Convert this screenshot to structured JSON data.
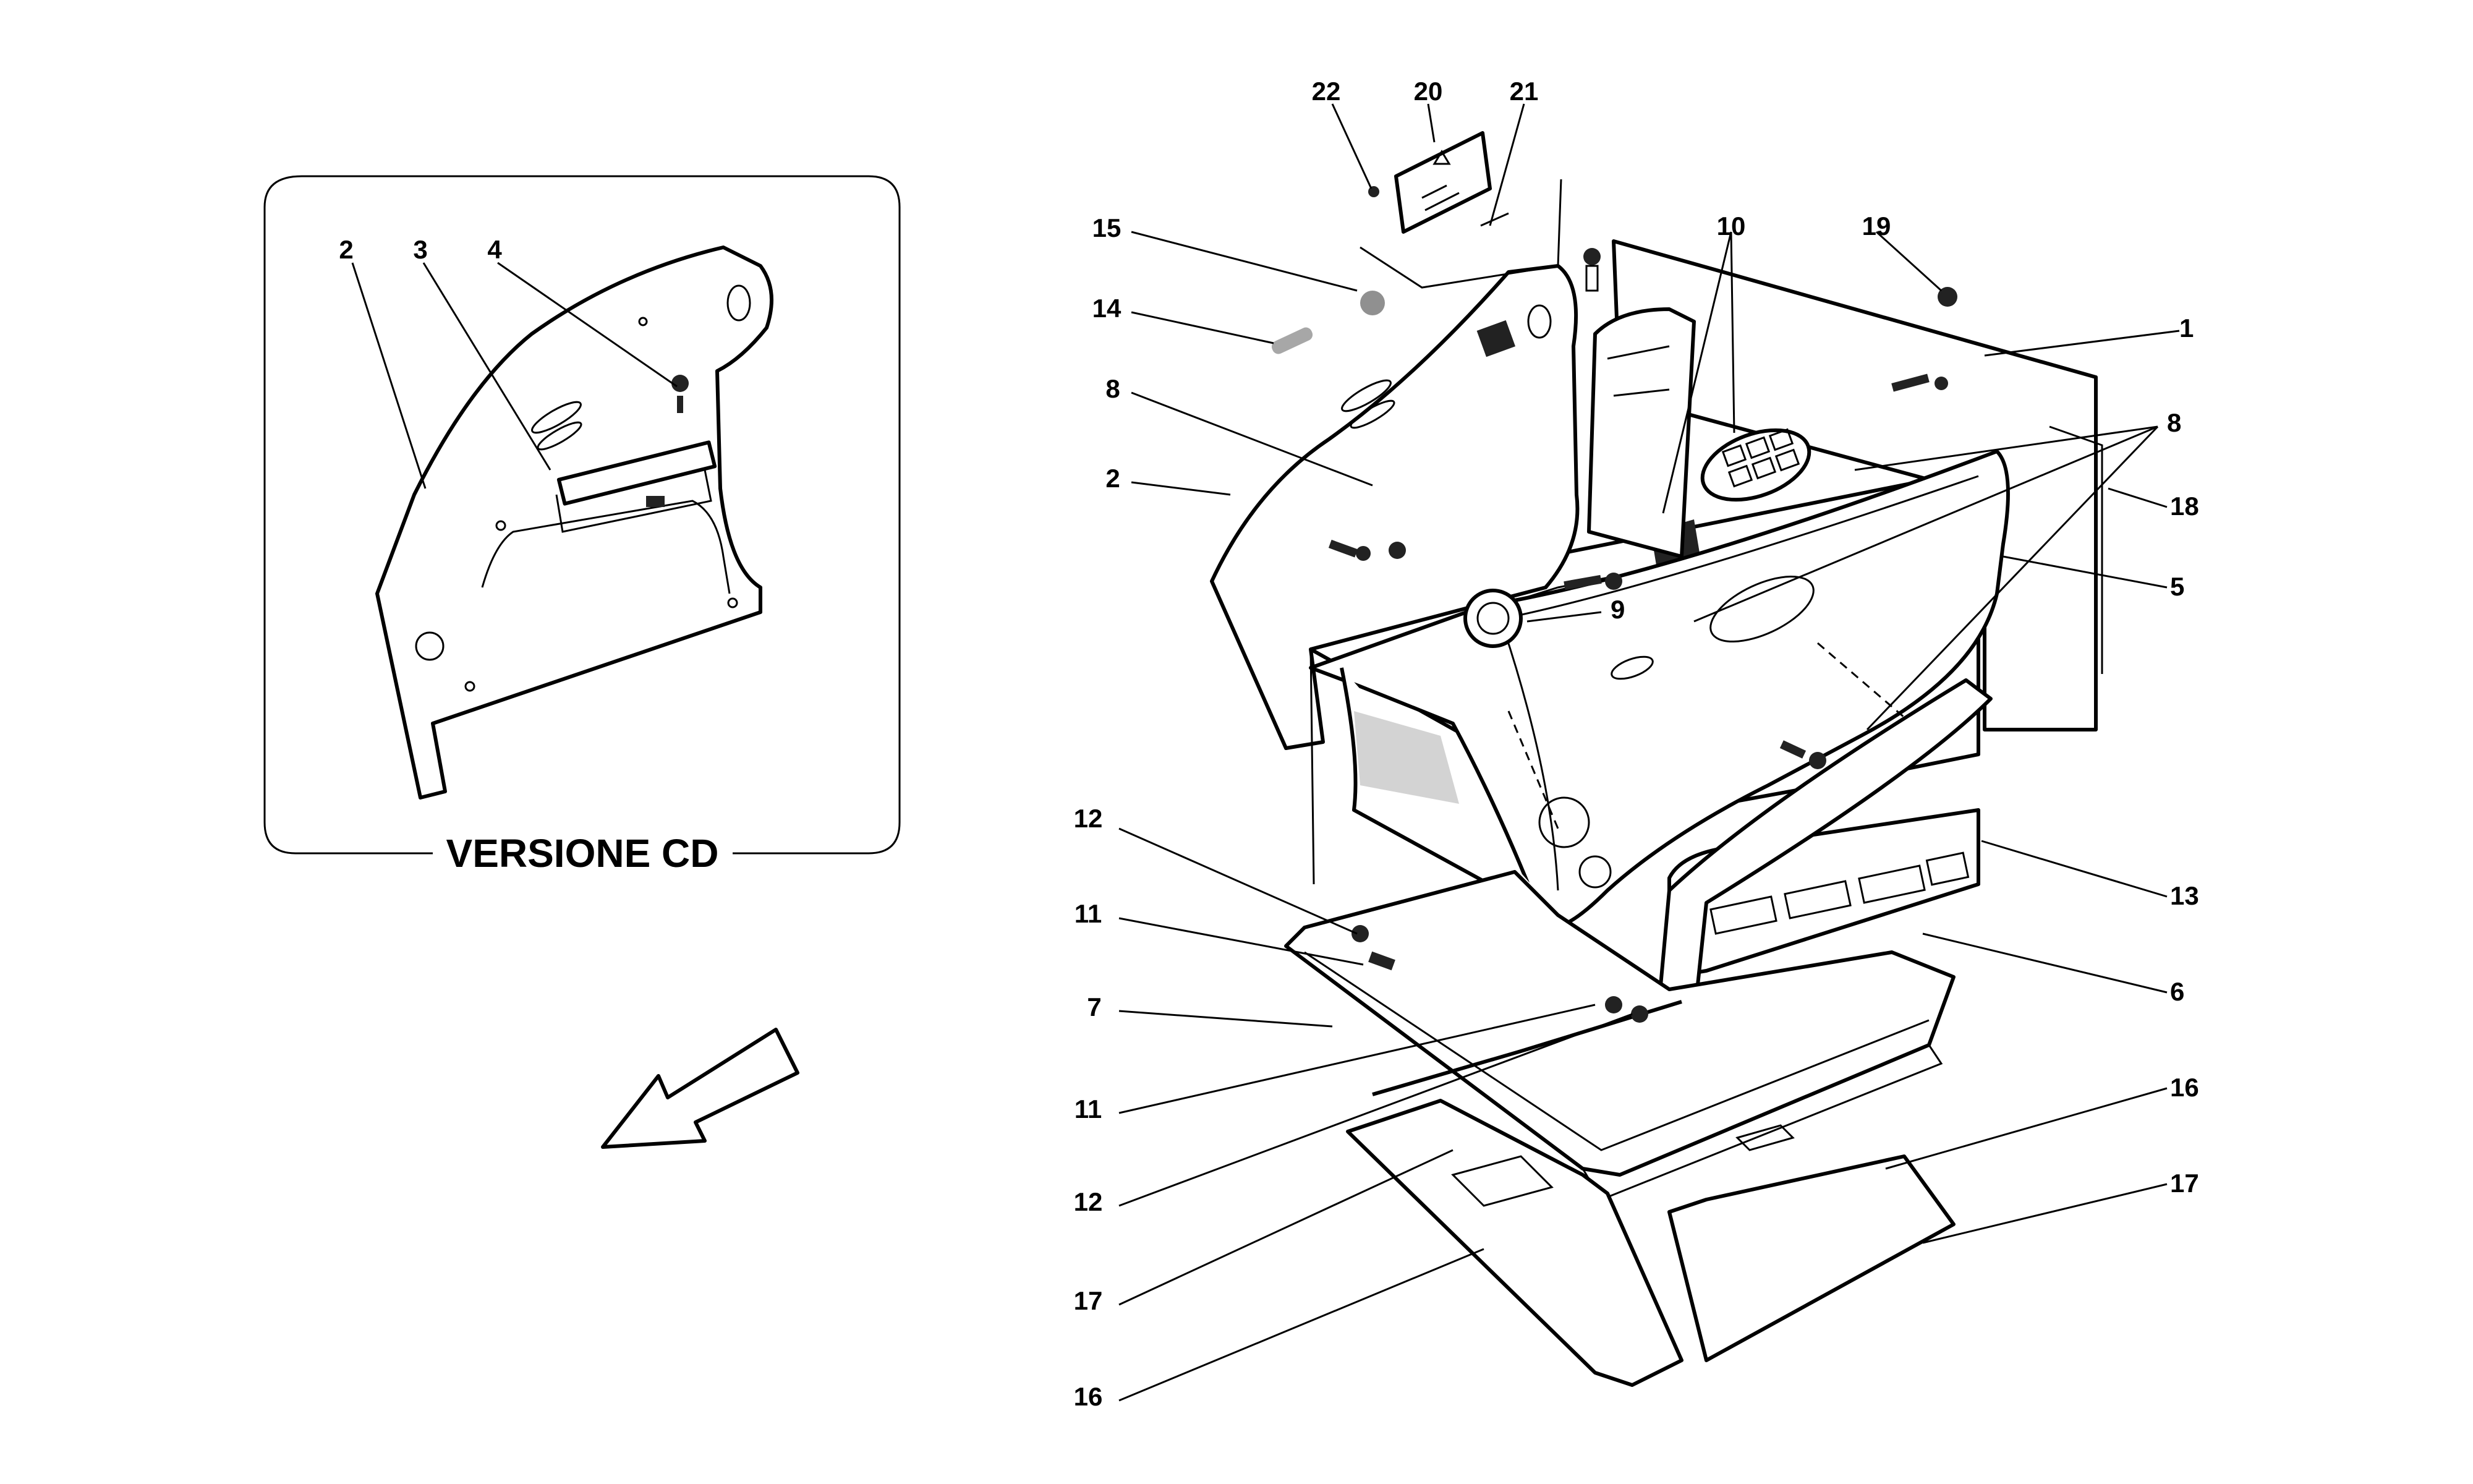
{
  "inset": {
    "title": "VERSIONE CD",
    "callouts": [
      {
        "id": "inset-2",
        "label": "2"
      },
      {
        "id": "inset-3",
        "label": "3"
      },
      {
        "id": "inset-4",
        "label": "4"
      }
    ]
  },
  "main": {
    "callouts": [
      {
        "id": "c22",
        "label": "22"
      },
      {
        "id": "c20",
        "label": "20"
      },
      {
        "id": "c21",
        "label": "21"
      },
      {
        "id": "c15",
        "label": "15"
      },
      {
        "id": "c14",
        "label": "14"
      },
      {
        "id": "c8a",
        "label": "8"
      },
      {
        "id": "c2",
        "label": "2"
      },
      {
        "id": "c10",
        "label": "10"
      },
      {
        "id": "c19",
        "label": "19"
      },
      {
        "id": "c1",
        "label": "1"
      },
      {
        "id": "c8b",
        "label": "8"
      },
      {
        "id": "c18",
        "label": "18"
      },
      {
        "id": "c5",
        "label": "5"
      },
      {
        "id": "c9",
        "label": "9"
      },
      {
        "id": "c13",
        "label": "13"
      },
      {
        "id": "c6",
        "label": "6"
      },
      {
        "id": "c12a",
        "label": "12"
      },
      {
        "id": "c11a",
        "label": "11"
      },
      {
        "id": "c7",
        "label": "7"
      },
      {
        "id": "c11b",
        "label": "11"
      },
      {
        "id": "c12b",
        "label": "12"
      },
      {
        "id": "c17a",
        "label": "17"
      },
      {
        "id": "c16a",
        "label": "16"
      },
      {
        "id": "c16b",
        "label": "16"
      },
      {
        "id": "c17b",
        "label": "17"
      }
    ]
  },
  "icons": {
    "direction_arrow": "direction-arrow-icon"
  }
}
